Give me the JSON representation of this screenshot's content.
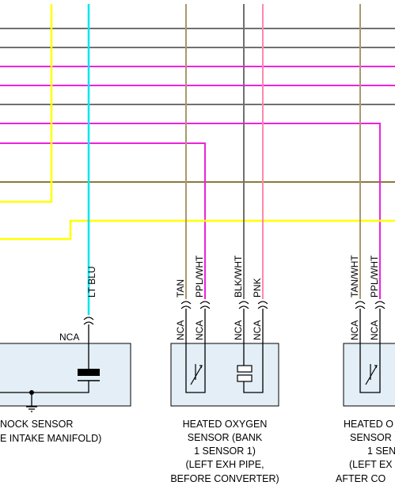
{
  "colors": {
    "gray": "#707070",
    "magenta": "#ee22dd",
    "yellow": "#ffff00",
    "cyan": "#00e6ee",
    "tan": "#a89870",
    "olive": "#8a7a3a",
    "pink": "#ff88aa",
    "component_fill": "#e3eef6"
  },
  "wires": {
    "lt_blu": "LT BLU",
    "tan": "TAN",
    "ppl_wht": "PPL/WHT",
    "blk_wht": "BLK/WHT",
    "pnk": "PNK",
    "tan_wht": "TAN/WHT",
    "ppl_wht_2": "PPL/WHT"
  },
  "connectors": {
    "knock_nca": "NCA",
    "o2_1_nca_1": "NCA",
    "o2_1_nca_2": "NCA",
    "o2_1_nca_3": "NCA",
    "o2_1_nca_4": "NCA",
    "o2_2_nca_1": "NCA",
    "o2_2_nca_2": "NCA"
  },
  "components": {
    "knock_sensor": {
      "line1": "NOCK SENSOR",
      "line2": "E INTAKE MANIFOLD)"
    },
    "o2_sensor_1": {
      "line1": "HEATED OXYGEN",
      "line2": "SENSOR (BANK",
      "line3": "1 SENSOR 1)",
      "line4": "(LEFT EXH PIPE,",
      "line5": "BEFORE CONVERTER)"
    },
    "o2_sensor_2": {
      "line1": "HEATED O",
      "line2": "SENSOR",
      "line3": "1 SENS",
      "line4": "(LEFT EX",
      "line5": "AFTER CO"
    }
  }
}
